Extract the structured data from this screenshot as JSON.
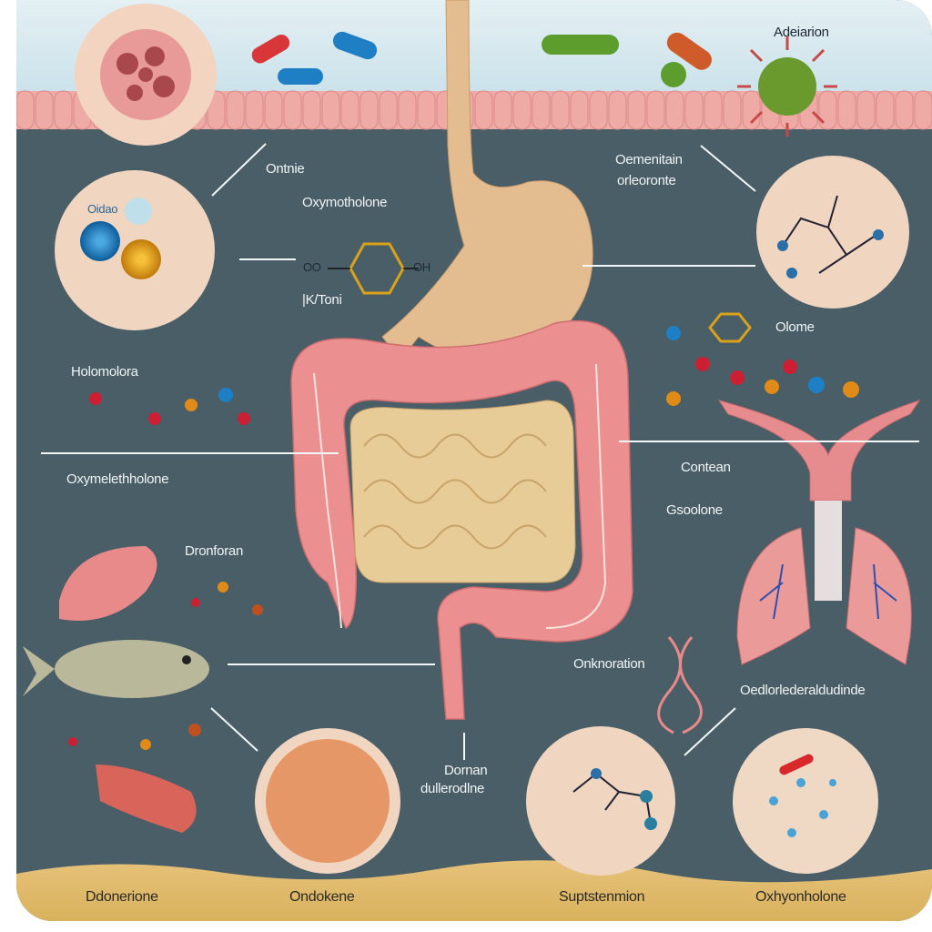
{
  "labels": {
    "adeiarion": "Adeiarion",
    "ontnie": "Ontnie",
    "oxymotholone": "Oxymotholone",
    "oidao": "Oidao",
    "oo": "OO",
    "oh": "OH",
    "kvtoni": "|K/Toni",
    "oemenitain": "Oemenitain",
    "orleoronte": "orleoronte",
    "olome": "Olome",
    "holomolora": "Holomolora",
    "oxymelethholone": "Oxymelethholone",
    "contean": "Contean",
    "gsoolone": "Gsoolone",
    "dronforan": "Dronforan",
    "onknoration": "Onknoration",
    "oedlorlederaldudinde": "Oedlorlederaldudinde",
    "dornan": "Dornan",
    "dullerodlne": "dullerodlne",
    "bottom": [
      "Ddonerione",
      "Ondokene",
      "Suptstenmion",
      "Oxhyonholone"
    ]
  },
  "colors": {
    "background": "#4a5e67",
    "top_band": "#d6e8ee",
    "villi": "#eea7a4",
    "bottom_band": "#e2bd6a",
    "colon": "#ec8f90",
    "small_intestine": "#e7cc97",
    "stomach": "#e3bd8f",
    "inset": "#f0d5c0"
  }
}
